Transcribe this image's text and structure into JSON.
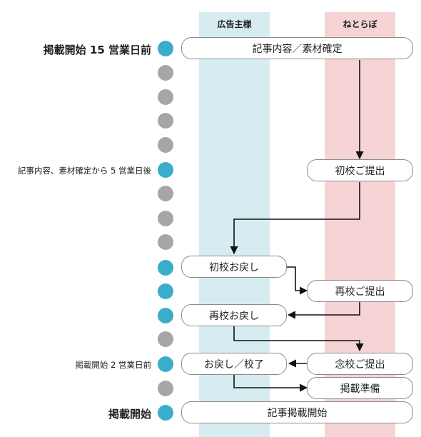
{
  "columns": {
    "advertiser": "広告主様",
    "netorabo": "ねとらぼ"
  },
  "left_labels": {
    "start_minus_15": "掲載開始 15 営業日前",
    "confirm_plus_5": "記事内容、素材確定から 5 営業日後",
    "start_minus_2": "掲載開始 2 営業日前",
    "start": "掲載開始"
  },
  "steps": {
    "confirm": "記事内容／素材確定",
    "first_submit": "初校ご提出",
    "first_return": "初校お戻し",
    "second_submit": "再校ご提出",
    "second_return": "再校お戻し",
    "final_submit": "念校ご提出",
    "return_final": "お戻し／校了",
    "prepare": "掲載準備",
    "publish": "記事掲載開始"
  },
  "timeline_dot_states": [
    "on",
    "off",
    "off",
    "off",
    "off",
    "on",
    "off",
    "off",
    "off",
    "on",
    "on",
    "on",
    "off",
    "on",
    "off",
    "on"
  ],
  "colors": {
    "dot_active": "#39adc9",
    "dot_inactive": "#a6a6a6",
    "advertiser_column": "#d6ecf1",
    "netorabo_column": "#f6d3d4"
  }
}
